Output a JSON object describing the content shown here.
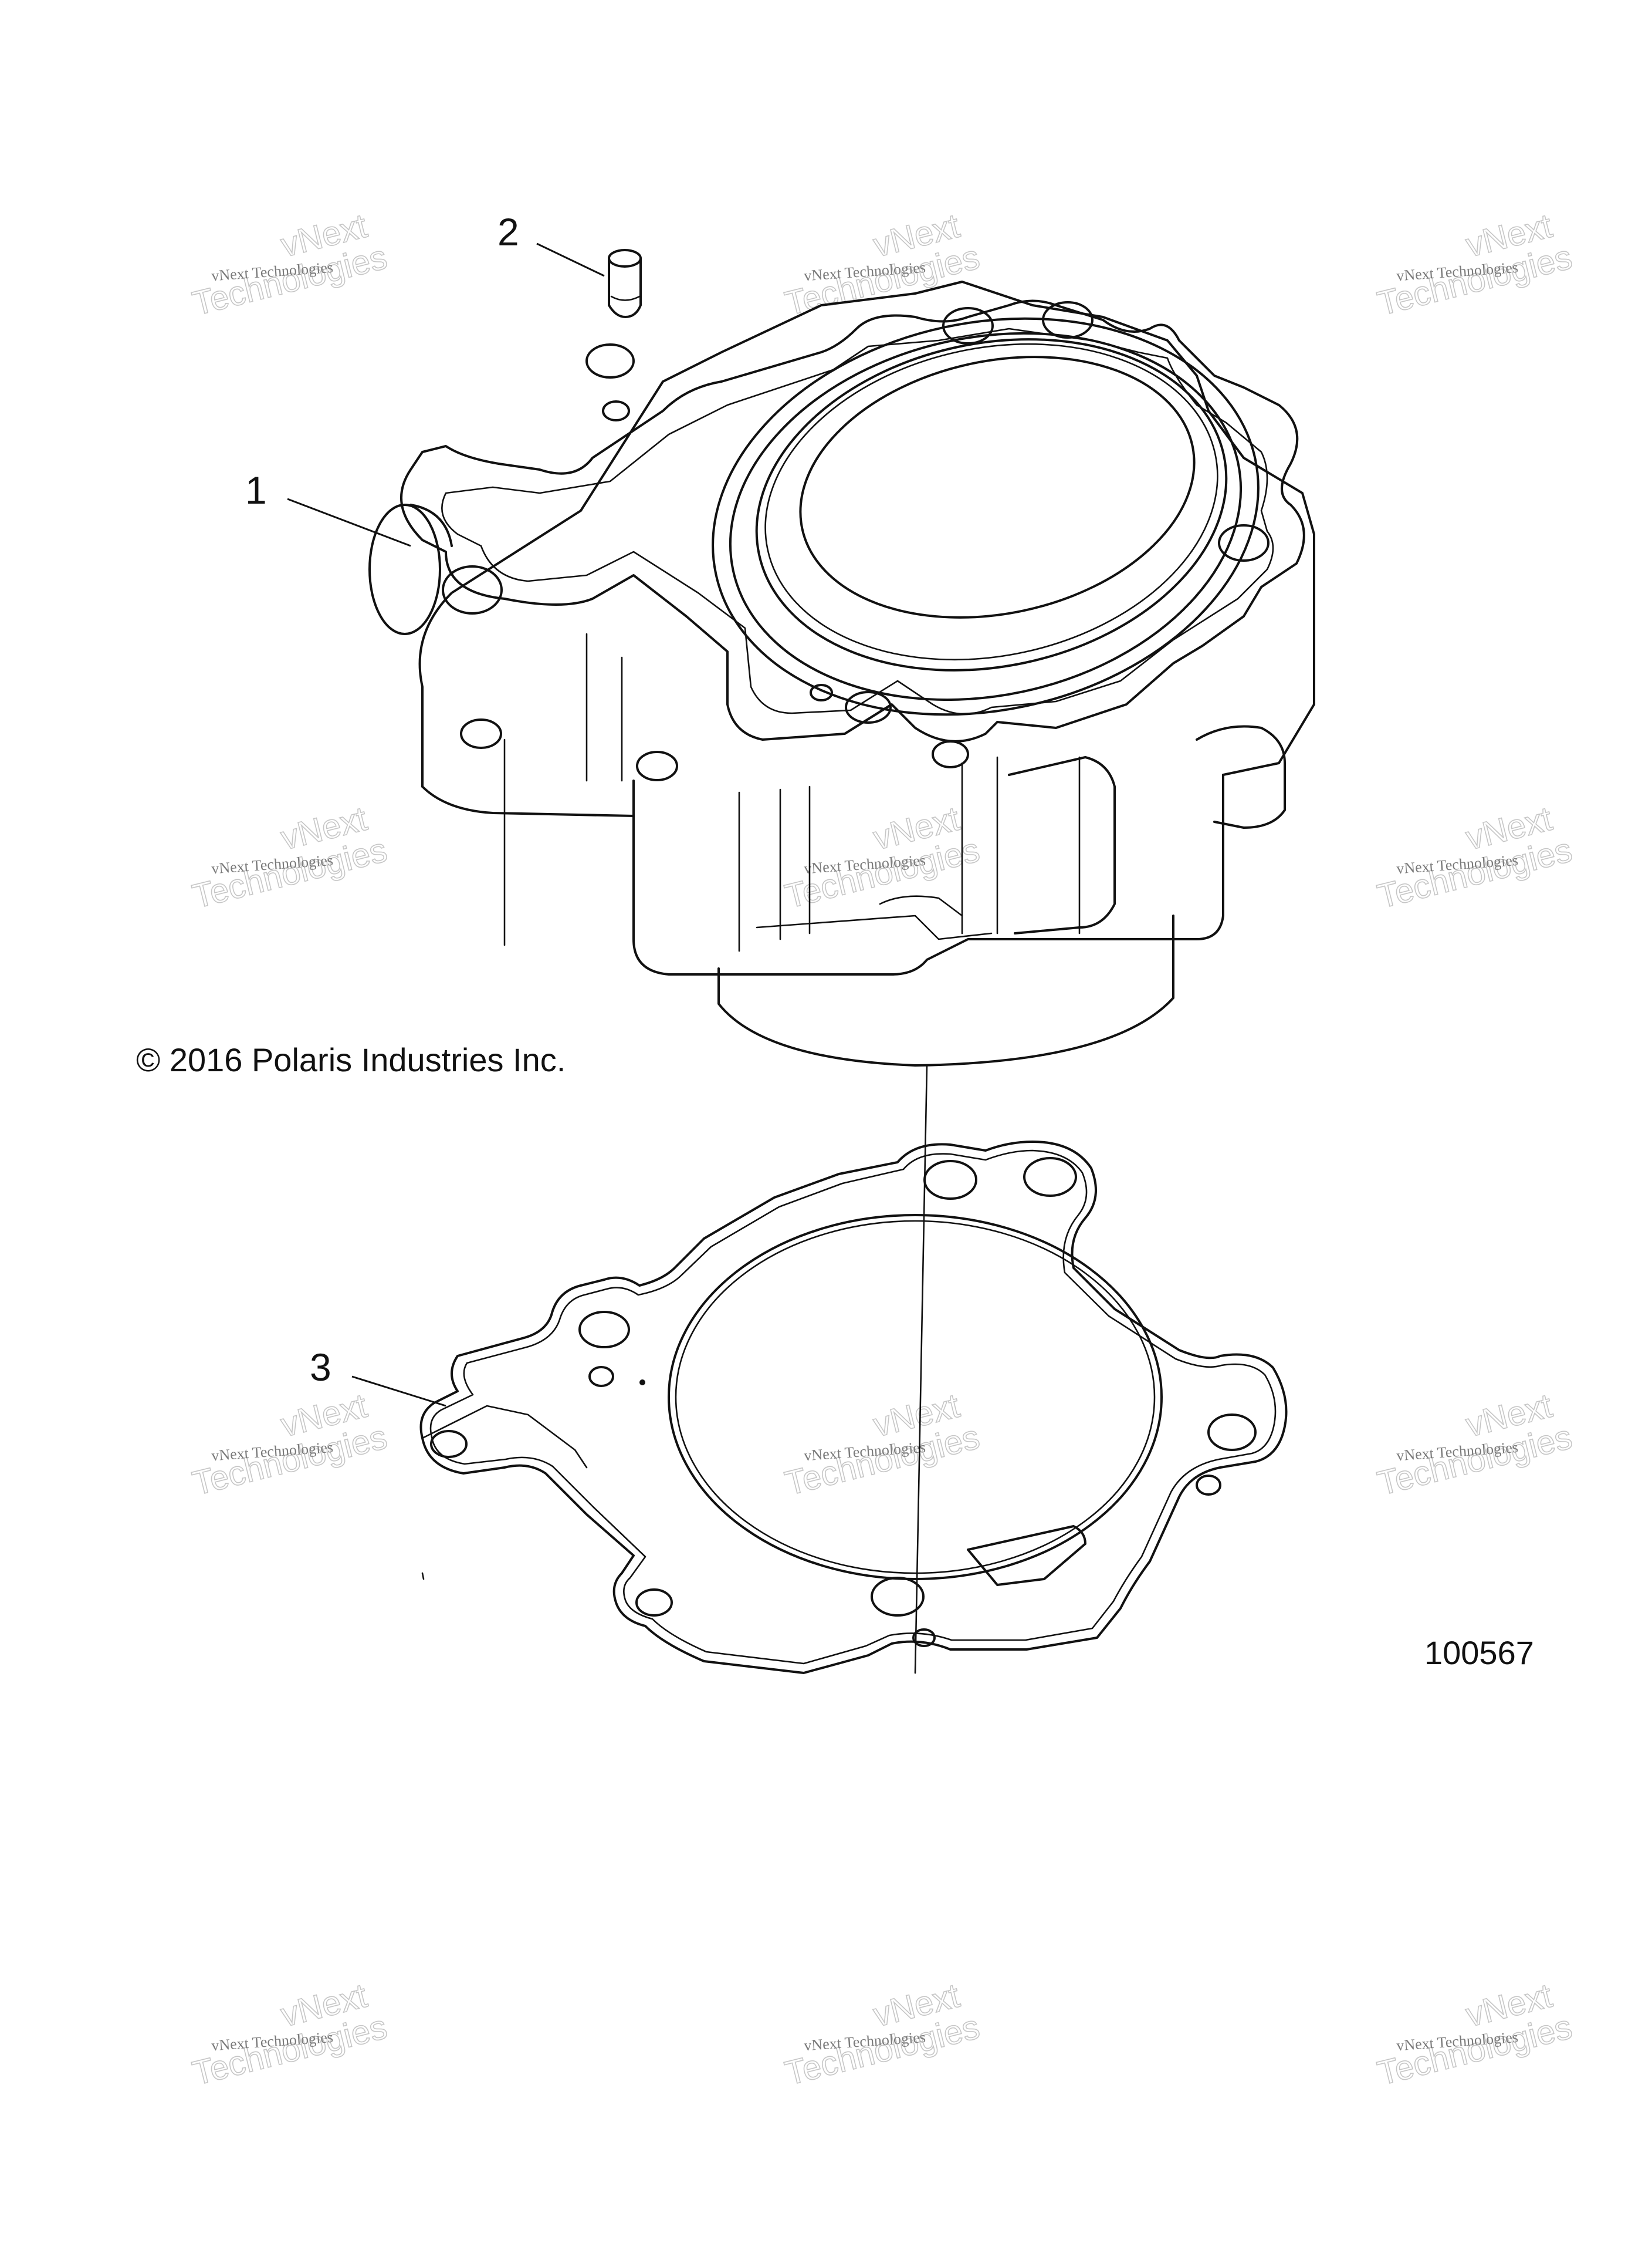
{
  "diagram": {
    "callouts": [
      {
        "id": "1",
        "label": "1",
        "part": "cylinder"
      },
      {
        "id": "2",
        "label": "2",
        "part": "dowel-pin"
      },
      {
        "id": "3",
        "label": "3",
        "part": "base-gasket"
      }
    ],
    "copyright": "© 2016 Polaris Industries Inc.",
    "drawing_number": "100567"
  },
  "watermark": {
    "line1": "vNext Technologies",
    "line2": "vNext",
    "line3": "Technologies"
  },
  "colors": {
    "background": "#ffffff",
    "ink": "#111111",
    "watermark": "#c6c6c6"
  }
}
